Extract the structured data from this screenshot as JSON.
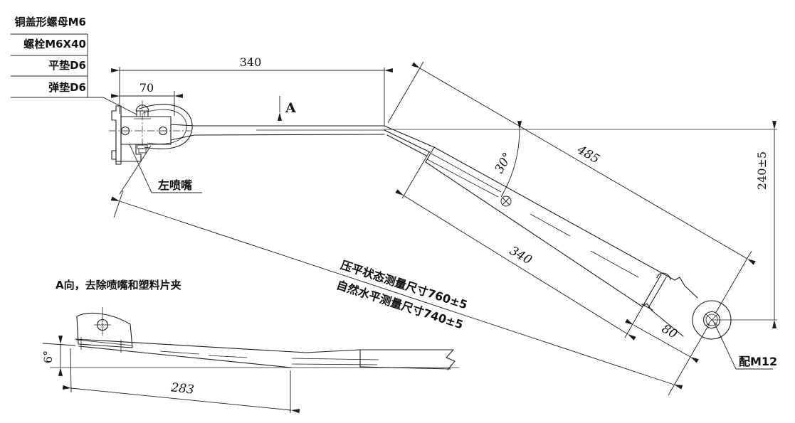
{
  "drawing_type": "wiper-arm engineering drawing",
  "colors": {
    "line": "#1c1c1c",
    "background": "#ffffff"
  },
  "parts_callout": {
    "items": [
      "铜盖形螺母M6",
      "螺栓M6X40",
      "平垫D6",
      "弹垫D6"
    ]
  },
  "labels": {
    "left_nozzle": "左喷嘴",
    "view_note": "A向，去除喷嘴和塑料片夹",
    "section_marker": "A",
    "fit": "配M12",
    "measure_flat": "压平状态测量尺寸760±5",
    "measure_natural": "自然水平测量尺寸740±5"
  },
  "dims": {
    "arm_top": "340",
    "head": "70",
    "upper_arm": "485",
    "bend_angle": "30°",
    "lower_arm": "340",
    "tip": "80",
    "height": "240±5",
    "blade": "283",
    "rake_angle": "6°"
  }
}
